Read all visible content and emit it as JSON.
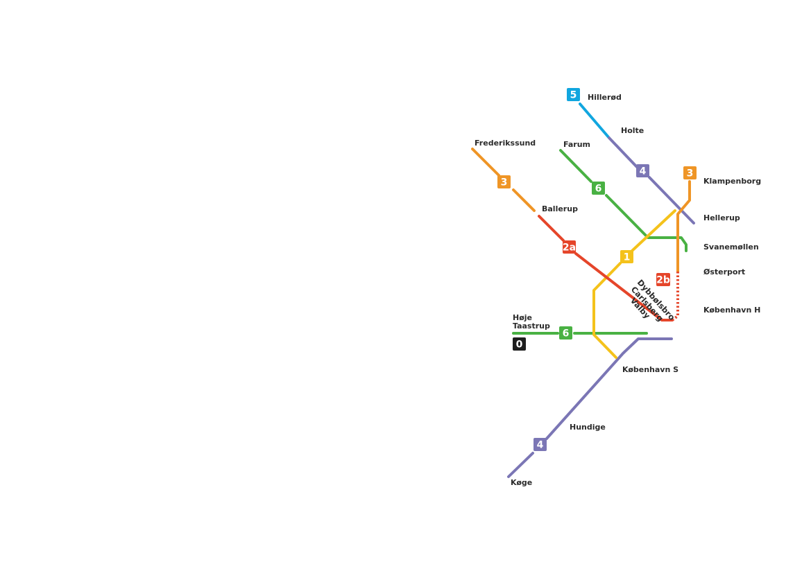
{
  "colors": {
    "line_0": "#1e1e1e",
    "line_1": "#f4c21b",
    "line_2": "#e5452a",
    "line_3": "#ef9526",
    "line_4": "#7b76b5",
    "line_5": "#11a6df",
    "line_6": "#49b143",
    "label_text": "#2b2b2b"
  },
  "badges": {
    "b0": "0",
    "b1": "1",
    "b2a": "2a",
    "b2b": "2b",
    "b3_west": "3",
    "b3_north": "3",
    "b4_north": "4",
    "b4_south": "4",
    "b5": "5",
    "b6_farum": "6",
    "b6_west": "6"
  },
  "stations": {
    "hillerod": "Hillerød",
    "holte": "Holte",
    "frederikssund": "Frederikssund",
    "farum": "Farum",
    "klampenborg": "Klampenborg",
    "ballerup": "Ballerup",
    "hellerup": "Hellerup",
    "svanemollen": "Svanemøllen",
    "osterport": "Østerport",
    "dybbolsbro": "Dybbølsbro",
    "carlsberg": "Carlsberg",
    "valby": "Valby",
    "kobenhavn_h": "København H",
    "hoje_taastrup_1": "Høje",
    "hoje_taastrup_2": "Taastrup",
    "kobenhavn_s": "København S",
    "hundige": "Hundige",
    "koge": "Køge"
  }
}
